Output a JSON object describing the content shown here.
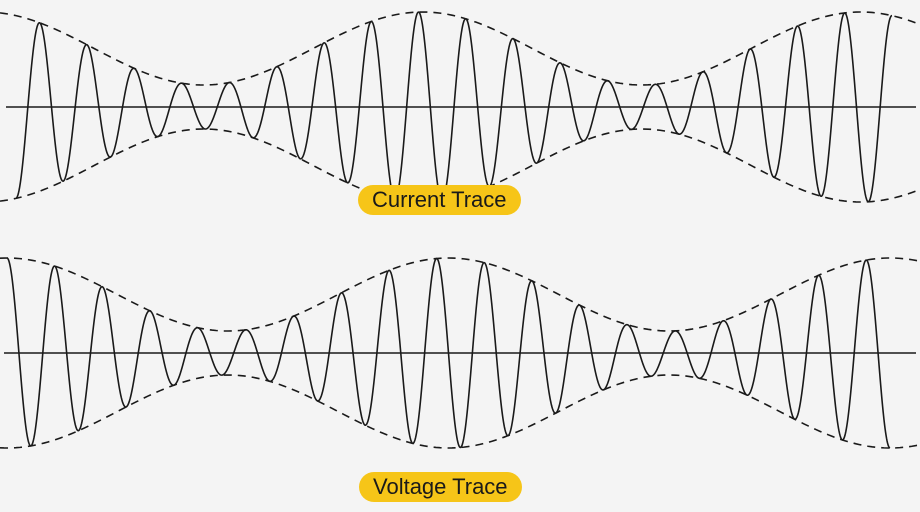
{
  "labels": {
    "current": "Current Trace",
    "voltage": "Voltage Trace"
  },
  "colors": {
    "background": "#f4f4f4",
    "ink": "#1a1a1a",
    "label_fill": "#f6c518"
  },
  "traces": [
    {
      "id": "current",
      "cycles": 18.5,
      "envelope_min": 0.22,
      "envelope_max": 0.95,
      "beat_periods": 2,
      "starts_at": "trough"
    },
    {
      "id": "voltage",
      "cycles": 18.5,
      "envelope_min": 0.22,
      "envelope_max": 0.95,
      "beat_periods": 2,
      "starts_at": "peak"
    }
  ]
}
